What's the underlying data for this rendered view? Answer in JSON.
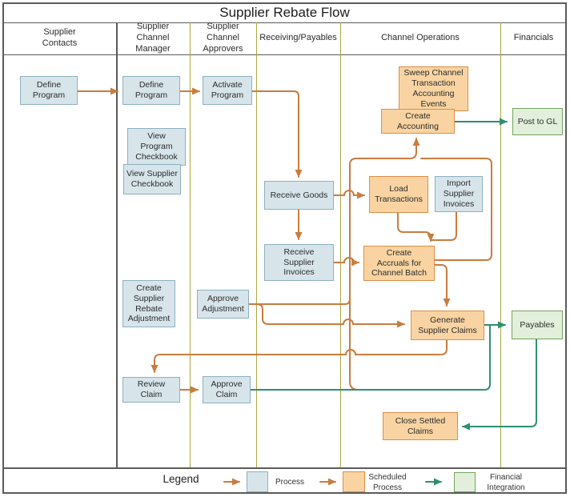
{
  "title": "Supplier Rebate Flow",
  "lanes": {
    "supplier_contacts": "Supplier Contacts",
    "supplier_channel_manager": "Supplier Channel Manager",
    "supplier_channel_approvers": "Supplier Channel Approvers",
    "receiving_payables": "Receiving/Payables",
    "channel_operations": "Channel Operations",
    "financials": "Financials"
  },
  "nodes": {
    "define_program_contacts": "Define Program",
    "define_program_manager": "Define Program",
    "activate_program": "Activate Program",
    "view_program_checkbook": "View Program Checkbook",
    "view_supplier_checkbook": "View Supplier Checkbook",
    "create_supplier_rebate_adjustment": "Create Supplier Rebate Adjustment",
    "approve_adjustment": "Approve Adjustment",
    "review_claim": "Review Claim",
    "approve_claim": "Approve Claim",
    "receive_goods": "Receive Goods",
    "receive_supplier_invoices": "Receive Supplier Invoices",
    "sweep_channel_transaction_accounting_events": "Sweep Channel Transaction Accounting Events",
    "create_accounting": "Create Accounting",
    "load_transactions": "Load Transactions",
    "import_supplier_invoices": "Import Supplier Invoices",
    "create_accruals_for_channel_batch": "Create Accruals for Channel Batch",
    "generate_supplier_claims": "Generate Supplier Claims",
    "close_settled_claims": "Close Settled Claims",
    "post_to_gl": "Post to GL",
    "payables": "Payables"
  },
  "legend": {
    "heading": "Legend",
    "process": "Process",
    "scheduled_process": "Scheduled Process",
    "financial_integration": "Financial Integration"
  },
  "colors": {
    "process_fill": "#D7E5EB",
    "process_border": "#8CB0C0",
    "scheduled_fill": "#F9D4A2",
    "scheduled_border": "#DD8E45",
    "financial_fill": "#E2F0DB",
    "financial_border": "#74A35E",
    "flow_line": "#C97C3F",
    "integration_line": "#2E8F72",
    "lane_line": "#ABA83E",
    "frame_line": "#5B5B5B",
    "text_color": "#2B2B2B"
  }
}
